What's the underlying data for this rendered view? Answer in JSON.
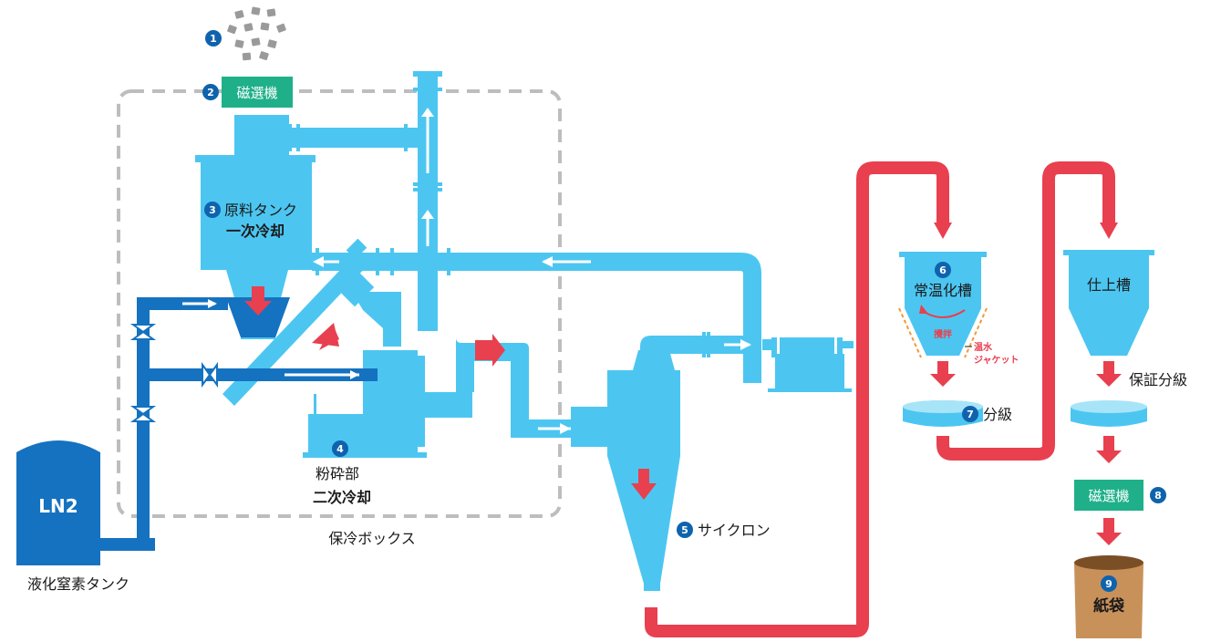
{
  "labels": {
    "step1_num": "1",
    "step2_num": "2",
    "step2_label": "磁選機",
    "step3_num": "3",
    "step3_label": "原料タンク",
    "step3_sub": "一次冷却",
    "step4_num": "4",
    "step4_label": "粉砕部",
    "step4_sub": "二次冷却",
    "box_label": "保冷ボックス",
    "tank_label": "LN2",
    "tank_caption": "液化窒素タンク",
    "step5_num": "5",
    "step5_label": "サイクロン",
    "step6_num": "6",
    "step6_label": "常温化槽",
    "stir_label": "攪拌",
    "jacket_label_1": "温水",
    "jacket_label_2": "ジャケット",
    "step7_num": "7",
    "step7_label": "分級",
    "finish_tank_label": "仕上槽",
    "guarantee_label": "保証分級",
    "step8_num": "8",
    "step8_label": "磁選機",
    "step9_num": "9",
    "step9_label": "紙袋"
  },
  "colors": {
    "pipe_light": "#4cc6f1",
    "pipe_dark": "#1572c0",
    "hot_line": "#e8404f",
    "magnet_green": "#1fb08a",
    "badge_blue": "#0f63ad",
    "bag_brown": "#c9915a",
    "dash_gray": "#bdbdbd",
    "jacket_orange": "#f29a38"
  }
}
